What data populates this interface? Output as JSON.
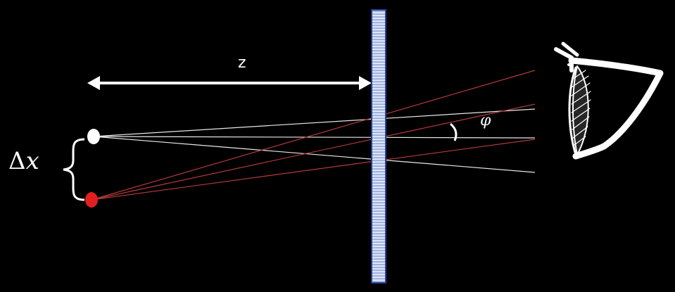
{
  "labels": {
    "distance": "z",
    "separation_symbol": "Δ",
    "separation_var": "x",
    "angle": "φ"
  },
  "colors": {
    "background": "#000000",
    "white_ray": "#e8e8e8",
    "red_ray": "#b33a3a",
    "white_point": "#ffffff",
    "red_point": "#e02020",
    "grating_fill": "#9fb3e0",
    "grating_border": "#2a3f8f",
    "grating_lines": "#ffffff",
    "eye_stroke": "#ffffff"
  },
  "icons": {
    "arrow": "double-headed-arrow",
    "brace": "left-curly-brace",
    "eye": "eye-icon"
  }
}
